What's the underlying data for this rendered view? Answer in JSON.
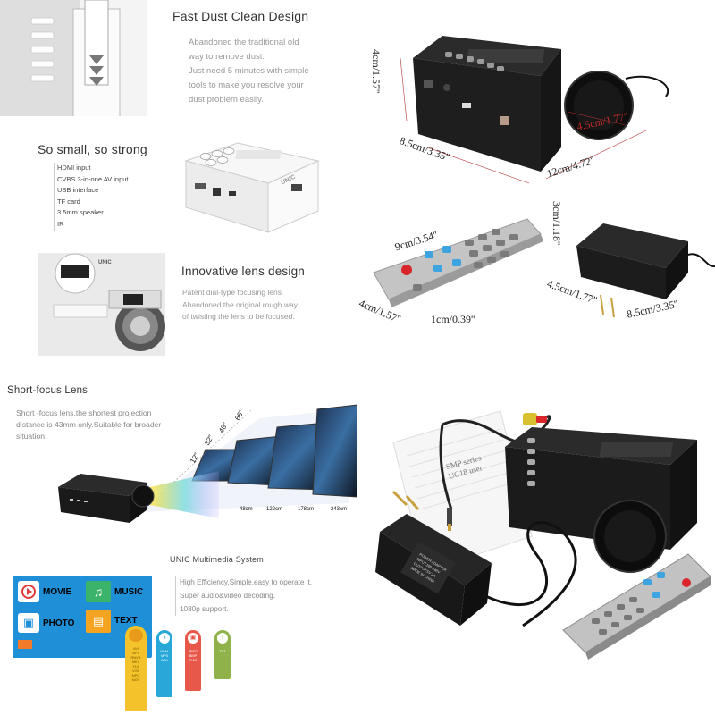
{
  "q1": {
    "dust": {
      "title": "Fast Dust Clean Design",
      "lines": [
        "Abandoned the traditional old",
        "way to remove dust.",
        "Just need 5 minutes with simple",
        "tools to make you resolve your",
        "dust problem easily."
      ]
    },
    "small": {
      "title": "So small, so strong",
      "features": [
        "HDMI input",
        "CVBS 3-in-one AV input",
        "USB interface",
        "TF card",
        "3.5mm speaker",
        "IR"
      ],
      "device_brand": "UNIC"
    },
    "lens": {
      "title": "Innovative lens design",
      "lines": [
        "Patent dial-type focusing lens",
        "Abandoned the original rough way",
        "of twisting the lens to be focused."
      ],
      "photo_brand": "UNIC"
    }
  },
  "q2": {
    "projector": {
      "height": "4cm/1.57''",
      "depth": "8.5cm/3.35''",
      "width": "12cm/4.72''",
      "lens": "4.5cm/1.77''"
    },
    "remote": {
      "length": "9cm/3.54''",
      "width": "4cm/1.57''",
      "thickness": "1cm/0.39''"
    },
    "adapter": {
      "height": "3cm/1.18''",
      "depth": "4.5cm/1.77''",
      "width": "8.5cm/3.35''"
    }
  },
  "q3": {
    "short_focus": {
      "title": "Short-focus Lens",
      "lines": [
        "Short -focus lens,the shortest projection",
        "distance is 43mm only.Suitable for broader",
        "situation."
      ],
      "sizes": [
        "12\"",
        "32\"",
        "48\"",
        "66\""
      ],
      "distances": [
        "48cm",
        "122cm",
        "178cm",
        "243cm"
      ]
    },
    "multimedia": {
      "title": "UNIC Multimedia System",
      "lines": [
        "High Efficiency,Simple,easy to operate it.",
        "Super audio&video decoding.",
        "1080p support."
      ],
      "tiles": [
        "MOVIE",
        "MUSIC",
        "PHOTO",
        "TEXT"
      ],
      "formats": {
        "video": [
          "AVI",
          "MP4",
          "RMVB",
          "MKV",
          "FLV",
          "VOB",
          "MPG",
          "MOV"
        ],
        "audio": [
          "WMA",
          "MP3",
          "WAV"
        ],
        "image": [
          "JPEG",
          "BMP",
          "PNG"
        ],
        "text": [
          "TXT"
        ]
      }
    }
  },
  "q4": {
    "manual_text": [
      "SMP series",
      "UC18 user"
    ],
    "adapter_label": [
      "POWER ADAPTER",
      "INPUT:100-240V",
      "OUTPUT:5V 2A",
      "MADE IN CHINA"
    ]
  },
  "colors": {
    "projector": "#1b1b1b",
    "remote": "#b4b4b4",
    "tile_blue": "#1f8fd8",
    "tile_green": "#3bb36a",
    "tile_orange": "#f4a421",
    "red_button": "#d8262b"
  }
}
